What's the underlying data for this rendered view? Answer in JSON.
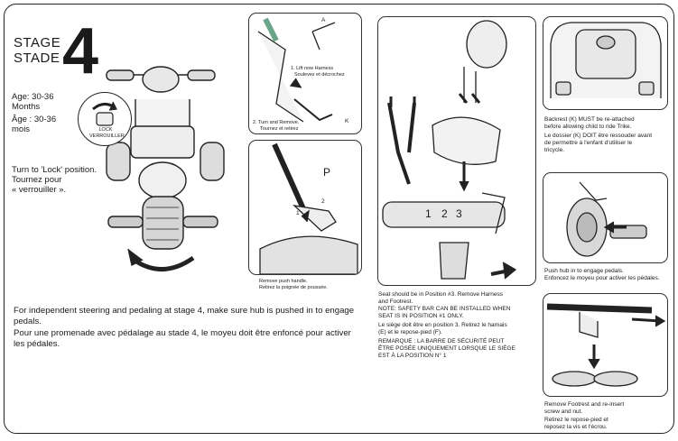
{
  "stage": {
    "word_en": "STAGE",
    "word_fr": "STADE",
    "number": "4"
  },
  "age": {
    "en_line1": "Age: 30-36",
    "en_line2": "Months",
    "fr_line1": "Âge : 30-36",
    "fr_line2": "mois"
  },
  "lock_instruction": {
    "en": "Turn to 'Lock' position.",
    "fr_line1": "Tournez pour",
    "fr_line2": "« verrouiller »."
  },
  "lock_label": "LOCK\nVERROUILLER",
  "panel_a": {
    "letter_a": "A",
    "letter_k": "K",
    "step1_en": "1. Lift now Harness",
    "step1_fr": "Soulevez et décrochez",
    "step2_en": "2. Turn and Remove.",
    "step2_fr": "Tournez et retirez"
  },
  "panel_p": {
    "letter_p": "P",
    "n1": "1",
    "n2": "2",
    "caption_en": "Remove push handle.",
    "caption_fr": "Retirez la poignée de poussée."
  },
  "panel_seat": {
    "pos1": "1",
    "pos2": "2",
    "pos3": "3",
    "caption_en_1": "Seat should be in Position #3. Remove Harness",
    "caption_en_2": "and Footrest.",
    "note_en_1": "NOTE: SAFETY BAR CAN BE INSTALLED WHEN",
    "note_en_2": "SEAT IS IN POSITION #1 ONLY.",
    "caption_fr_1": "Le siège doit être en position 3. Retirez le harnais",
    "caption_fr_2": "(E) et le repose-pied (F).",
    "note_fr_1": "REMARQUE : LA BARRE DE SÉCURITÉ PEUT",
    "note_fr_2": "ÊTRE POSÉE UNIQUEMENT LORSQUE LE SIÈGE",
    "note_fr_3": "EST À LA POSITION N° 1"
  },
  "panel_backrest": {
    "en_1": "Backrest (K) MUST be re-attached",
    "en_2": "before allowing child to ride Trike.",
    "fr_1": "Le dossier (K) DOIT être ressouder avant",
    "fr_2": "de permettre à l'enfant d'utiliser le",
    "fr_3": "tricycle."
  },
  "panel_hub": {
    "en": "Push hub in to engage pedals.",
    "fr": "Enfoncez le moyeu pour activer les pédales."
  },
  "panel_footrest": {
    "en_1": "Remove Footrest and re-insert",
    "en_2": "screw and nut.",
    "fr_1": "Retirez le repose-pied et",
    "fr_2": "reposez la vis et l'écrou."
  },
  "main_text": {
    "en_1": "For independent steering and pedaling at stage 4, make sure hub is pushed in to engage",
    "en_2": "pedals.",
    "fr_1": "Pour une promenade avec pédalage au stade 4, le moyeu doit être enfoncé pour activer",
    "fr_2": "les pédales."
  }
}
